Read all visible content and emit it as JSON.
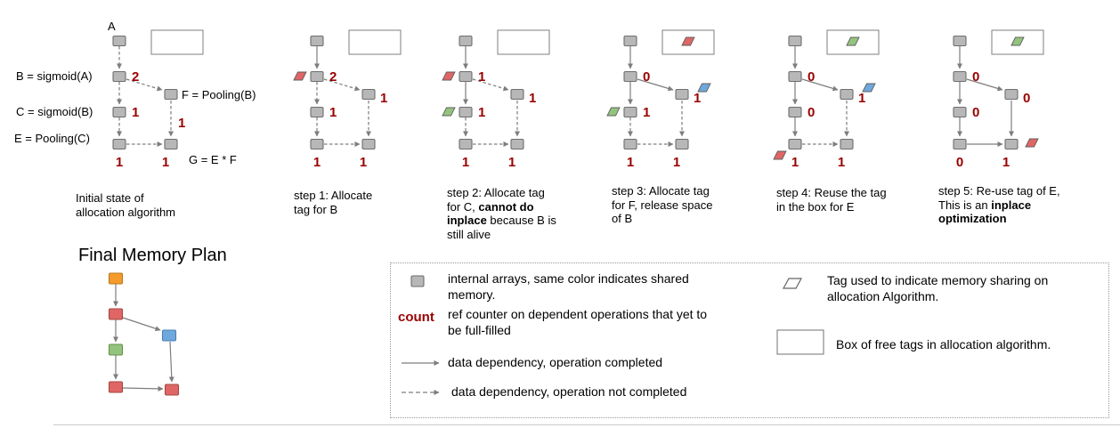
{
  "colors": {
    "node_gray": "#b7b7b7",
    "node_border": "#6e6e6e",
    "count_red": "#990000",
    "tag_red": "#e06666",
    "tag_green": "#93c47d",
    "tag_blue": "#6fa8dc",
    "node_orange": "#f59b2c",
    "arrow_gray": "#7d7d7d"
  },
  "labels": {
    "a": "A",
    "b": "B = sigmoid(A)",
    "c": "C = sigmoid(B)",
    "e": "E = Pooling(C)",
    "f": "F = Pooling(B)",
    "g": "G = E * F"
  },
  "graphs": [
    {
      "counts": {
        "B": "2",
        "C": "1",
        "F": "1",
        "E": "1",
        "G": "1"
      },
      "tags": {},
      "box_tags": [],
      "solid_edges": []
    },
    {
      "counts": {
        "B": "2",
        "C": "1",
        "F": "1",
        "E": "1",
        "G": "1"
      },
      "tags": {
        "B": "red"
      },
      "box_tags": [],
      "solid_edges": [
        "AB"
      ]
    },
    {
      "counts": {
        "B": "1",
        "C": "1",
        "F": "1",
        "E": "1",
        "G": "1"
      },
      "tags": {
        "B": "red",
        "C": "green"
      },
      "box_tags": [],
      "solid_edges": [
        "AB",
        "BC"
      ]
    },
    {
      "counts": {
        "B": "0",
        "C": "1",
        "F": "1",
        "E": "1",
        "G": "1"
      },
      "tags": {
        "C": "green",
        "F": "blue"
      },
      "box_tags": [
        "red"
      ],
      "solid_edges": [
        "AB",
        "BC",
        "BF"
      ]
    },
    {
      "counts": {
        "B": "0",
        "C": "0",
        "F": "1",
        "E": "1",
        "G": "1"
      },
      "tags": {
        "E": "red",
        "F": "blue"
      },
      "box_tags": [
        "green"
      ],
      "solid_edges": [
        "AB",
        "BC",
        "BF",
        "CE"
      ]
    },
    {
      "counts": {
        "B": "0",
        "C": "0",
        "F": "0",
        "E": "0",
        "G": "1"
      },
      "tags": {
        "G": "red"
      },
      "box_tags": [
        "green"
      ],
      "solid_edges": [
        "AB",
        "BC",
        "BF",
        "CE",
        "EG",
        "FG"
      ]
    }
  ],
  "captions": [
    {
      "parts": [
        {
          "t": "Initial state of\nallocation algorithm"
        }
      ]
    },
    {
      "parts": [
        {
          "t": "step 1: Allocate\ntag for B"
        }
      ]
    },
    {
      "parts": [
        {
          "t": "step 2: Allocate tag\nfor C, "
        },
        {
          "t": "cannot do\ninplace",
          "b": true
        },
        {
          "t": " because B is\nstill alive"
        }
      ]
    },
    {
      "parts": [
        {
          "t": "step 3: Allocate tag\nfor F, release space\nof B"
        }
      ]
    },
    {
      "parts": [
        {
          "t": "step 4: Reuse the tag\nin the box for E"
        }
      ]
    },
    {
      "parts": [
        {
          "t": "step 5: Re-use tag of E,\nThis is an "
        },
        {
          "t": "inplace\noptimization",
          "b": true
        }
      ]
    }
  ],
  "final_plan": {
    "title": "Final Memory Plan",
    "nodes": {
      "A": "orange",
      "B": "red",
      "C": "green",
      "E": "red",
      "F": "blue",
      "G": "red"
    }
  },
  "legend": {
    "internal_arrays": "internal arrays, same color indicates shared memory.",
    "count_label": "count",
    "count_desc": "ref counter on dependent operations that yet to be full-filled",
    "solid_arrow": "data dependency, operation completed",
    "dashed_arrow": "data dependency, operation not completed",
    "tag_desc": "Tag used to indicate memory sharing on allocation Algorithm.",
    "box_desc": "Box of free tags in allocation algorithm."
  }
}
